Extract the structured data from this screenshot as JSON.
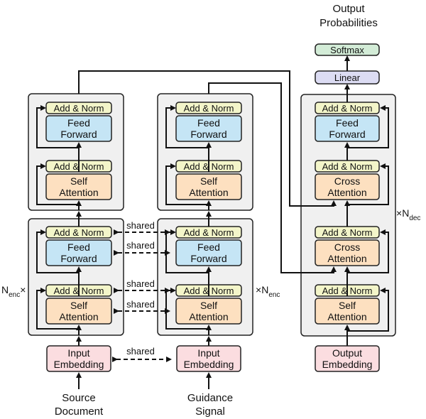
{
  "encoder_source": {
    "upper_layer": {
      "add_norm_top": "Add & Norm",
      "ff_line1": "Feed",
      "ff_line2": "Forward",
      "add_norm_bottom": "Add & Norm",
      "attn_line1": "Self",
      "attn_line2": "Attention"
    },
    "lower_layer": {
      "add_norm_top": "Add & Norm",
      "ff_line1": "Feed",
      "ff_line2": "Forward",
      "add_norm_bottom": "Add & Norm",
      "attn_line1": "Self",
      "attn_line2": "Attention"
    },
    "embedding_line1": "Input",
    "embedding_line2": "Embedding",
    "input_line1": "Source",
    "input_line2": "Document",
    "repeat_prefix": "N",
    "repeat_sub": "enc",
    "repeat_times": "×"
  },
  "encoder_guidance": {
    "upper_layer": {
      "add_norm_top": "Add & Norm",
      "ff_line1": "Feed",
      "ff_line2": "Forward",
      "add_norm_bottom": "Add & Norm",
      "attn_line1": "Self",
      "attn_line2": "Attention"
    },
    "lower_layer": {
      "add_norm_top": "Add & Norm",
      "ff_line1": "Feed",
      "ff_line2": "Forward",
      "add_norm_bottom": "Add & Norm",
      "attn_line1": "Self",
      "attn_line2": "Attention"
    },
    "embedding_line1": "Input",
    "embedding_line2": "Embedding",
    "input_line1": "Guidance",
    "input_line2": "Signal",
    "repeat_times": "×",
    "repeat_prefix": "N",
    "repeat_sub": "enc"
  },
  "shared_labels": [
    "shared",
    "shared",
    "shared",
    "shared",
    "shared"
  ],
  "decoder": {
    "add_norm_1": "Add & Norm",
    "ff_line1": "Feed",
    "ff_line2": "Forward",
    "add_norm_2": "Add & Norm",
    "cross1_line1": "Cross",
    "cross1_line2": "Attention",
    "add_norm_3": "Add & Norm",
    "cross2_line1": "Cross",
    "cross2_line2": "Attention",
    "add_norm_4": "Add & Norm",
    "self_line1": "Self",
    "self_line2": "Attention",
    "embedding_line1": "Output",
    "embedding_line2": "Embedding",
    "repeat_times": "×",
    "repeat_prefix": "N",
    "repeat_sub": "dec"
  },
  "head": {
    "linear": "Linear",
    "softmax": "Softmax",
    "output_line1": "Output",
    "output_line2": "Probabilities"
  }
}
